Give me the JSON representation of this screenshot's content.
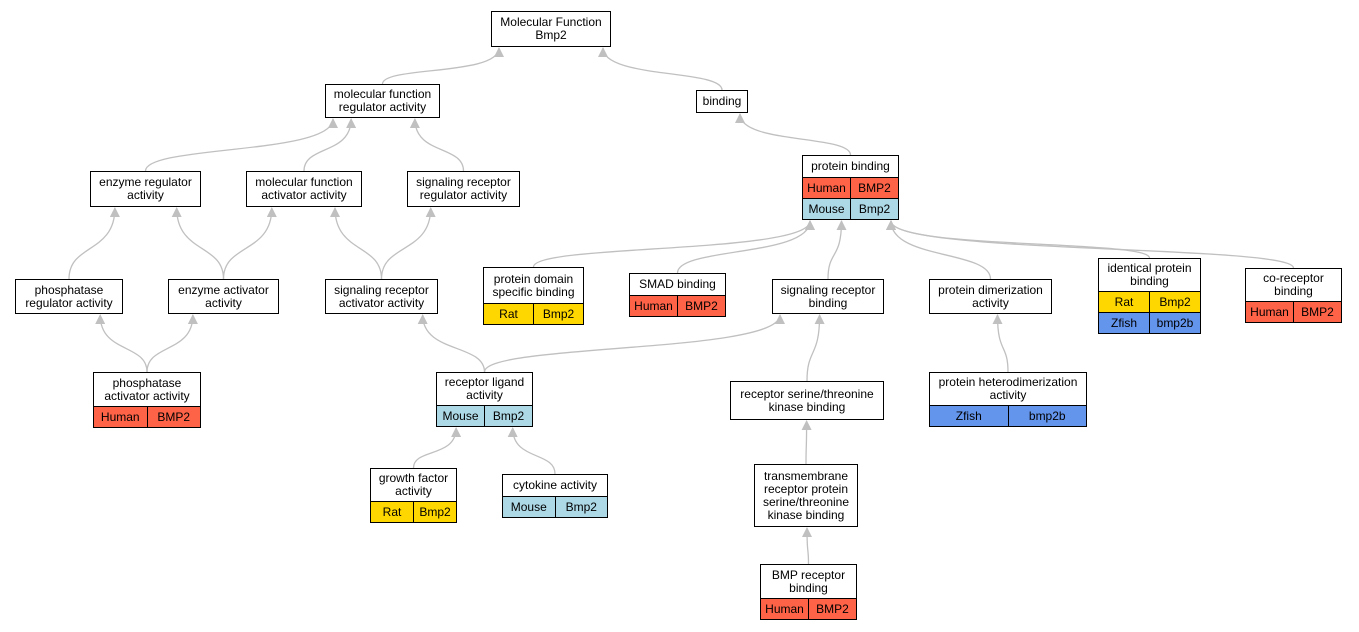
{
  "colors": {
    "Human": "#ff6347",
    "Mouse": "#add8e6",
    "Rat": "#ffd700",
    "Zfish": "#6495ed",
    "edge": "#c0c0c0"
  },
  "nodes": {
    "root": {
      "label": "Molecular Function\nBmp2",
      "annotations": []
    },
    "mf_regulator": {
      "label": "molecular function\nregulator activity",
      "annotations": []
    },
    "binding": {
      "label": "binding",
      "annotations": []
    },
    "enzyme_regulator": {
      "label": "enzyme regulator\nactivity",
      "annotations": []
    },
    "mf_activator": {
      "label": "molecular function\nactivator activity",
      "annotations": []
    },
    "sig_receptor_regulator": {
      "label": "signaling receptor\nregulator activity",
      "annotations": []
    },
    "protein_binding": {
      "label": "protein binding",
      "annotations": [
        {
          "species": "Human",
          "gene": "BMP2"
        },
        {
          "species": "Mouse",
          "gene": "Bmp2"
        }
      ]
    },
    "phosphatase_regulator": {
      "label": "phosphatase\nregulator activity",
      "annotations": []
    },
    "enzyme_activator": {
      "label": "enzyme activator\nactivity",
      "annotations": []
    },
    "sig_receptor_activator": {
      "label": "signaling receptor\nactivator activity",
      "annotations": []
    },
    "protein_domain": {
      "label": "protein domain\nspecific binding",
      "annotations": [
        {
          "species": "Rat",
          "gene": "Bmp2"
        }
      ]
    },
    "smad": {
      "label": "SMAD binding",
      "annotations": [
        {
          "species": "Human",
          "gene": "BMP2"
        }
      ]
    },
    "sig_receptor_binding": {
      "label": "signaling receptor\nbinding",
      "annotations": []
    },
    "dimerization": {
      "label": "protein dimerization\nactivity",
      "annotations": []
    },
    "identical": {
      "label": "identical protein\nbinding",
      "annotations": [
        {
          "species": "Rat",
          "gene": "Bmp2"
        },
        {
          "species": "Zfish",
          "gene": "bmp2b"
        }
      ]
    },
    "coreceptor": {
      "label": "co-receptor\nbinding",
      "annotations": [
        {
          "species": "Human",
          "gene": "BMP2"
        }
      ]
    },
    "phosphatase_activator": {
      "label": "phosphatase\nactivator activity",
      "annotations": [
        {
          "species": "Human",
          "gene": "BMP2"
        }
      ]
    },
    "receptor_ligand": {
      "label": "receptor ligand\nactivity",
      "annotations": [
        {
          "species": "Mouse",
          "gene": "Bmp2"
        }
      ]
    },
    "serine_kinase": {
      "label": "receptor serine/threonine\nkinase binding",
      "annotations": []
    },
    "heterodimerization": {
      "label": "protein heterodimerization\nactivity",
      "annotations": [
        {
          "species": "Zfish",
          "gene": "bmp2b"
        }
      ]
    },
    "growth_factor": {
      "label": "growth factor\nactivity",
      "annotations": [
        {
          "species": "Rat",
          "gene": "Bmp2"
        }
      ]
    },
    "cytokine": {
      "label": "cytokine activity",
      "annotations": [
        {
          "species": "Mouse",
          "gene": "Bmp2"
        }
      ]
    },
    "transmembrane": {
      "label": "transmembrane\nreceptor protein\nserine/threonine\nkinase binding",
      "annotations": []
    },
    "bmp_receptor": {
      "label": "BMP receptor\nbinding",
      "annotations": [
        {
          "species": "Human",
          "gene": "BMP2"
        }
      ]
    }
  },
  "edges": [
    [
      "mf_regulator",
      "root"
    ],
    [
      "binding",
      "root"
    ],
    [
      "enzyme_regulator",
      "mf_regulator"
    ],
    [
      "mf_activator",
      "mf_regulator"
    ],
    [
      "sig_receptor_regulator",
      "mf_regulator"
    ],
    [
      "protein_binding",
      "binding"
    ],
    [
      "phosphatase_regulator",
      "enzyme_regulator"
    ],
    [
      "enzyme_activator",
      "enzyme_regulator"
    ],
    [
      "enzyme_activator",
      "mf_activator"
    ],
    [
      "sig_receptor_activator",
      "mf_activator"
    ],
    [
      "sig_receptor_activator",
      "sig_receptor_regulator"
    ],
    [
      "protein_domain",
      "protein_binding"
    ],
    [
      "smad",
      "protein_binding"
    ],
    [
      "sig_receptor_binding",
      "protein_binding"
    ],
    [
      "dimerization",
      "protein_binding"
    ],
    [
      "identical",
      "protein_binding"
    ],
    [
      "coreceptor",
      "protein_binding"
    ],
    [
      "phosphatase_activator",
      "phosphatase_regulator"
    ],
    [
      "phosphatase_activator",
      "enzyme_activator"
    ],
    [
      "receptor_ligand",
      "sig_receptor_activator"
    ],
    [
      "receptor_ligand",
      "sig_receptor_binding"
    ],
    [
      "serine_kinase",
      "sig_receptor_binding"
    ],
    [
      "heterodimerization",
      "dimerization"
    ],
    [
      "growth_factor",
      "receptor_ligand"
    ],
    [
      "cytokine",
      "receptor_ligand"
    ],
    [
      "transmembrane",
      "serine_kinase"
    ],
    [
      "bmp_receptor",
      "transmembrane"
    ]
  ]
}
